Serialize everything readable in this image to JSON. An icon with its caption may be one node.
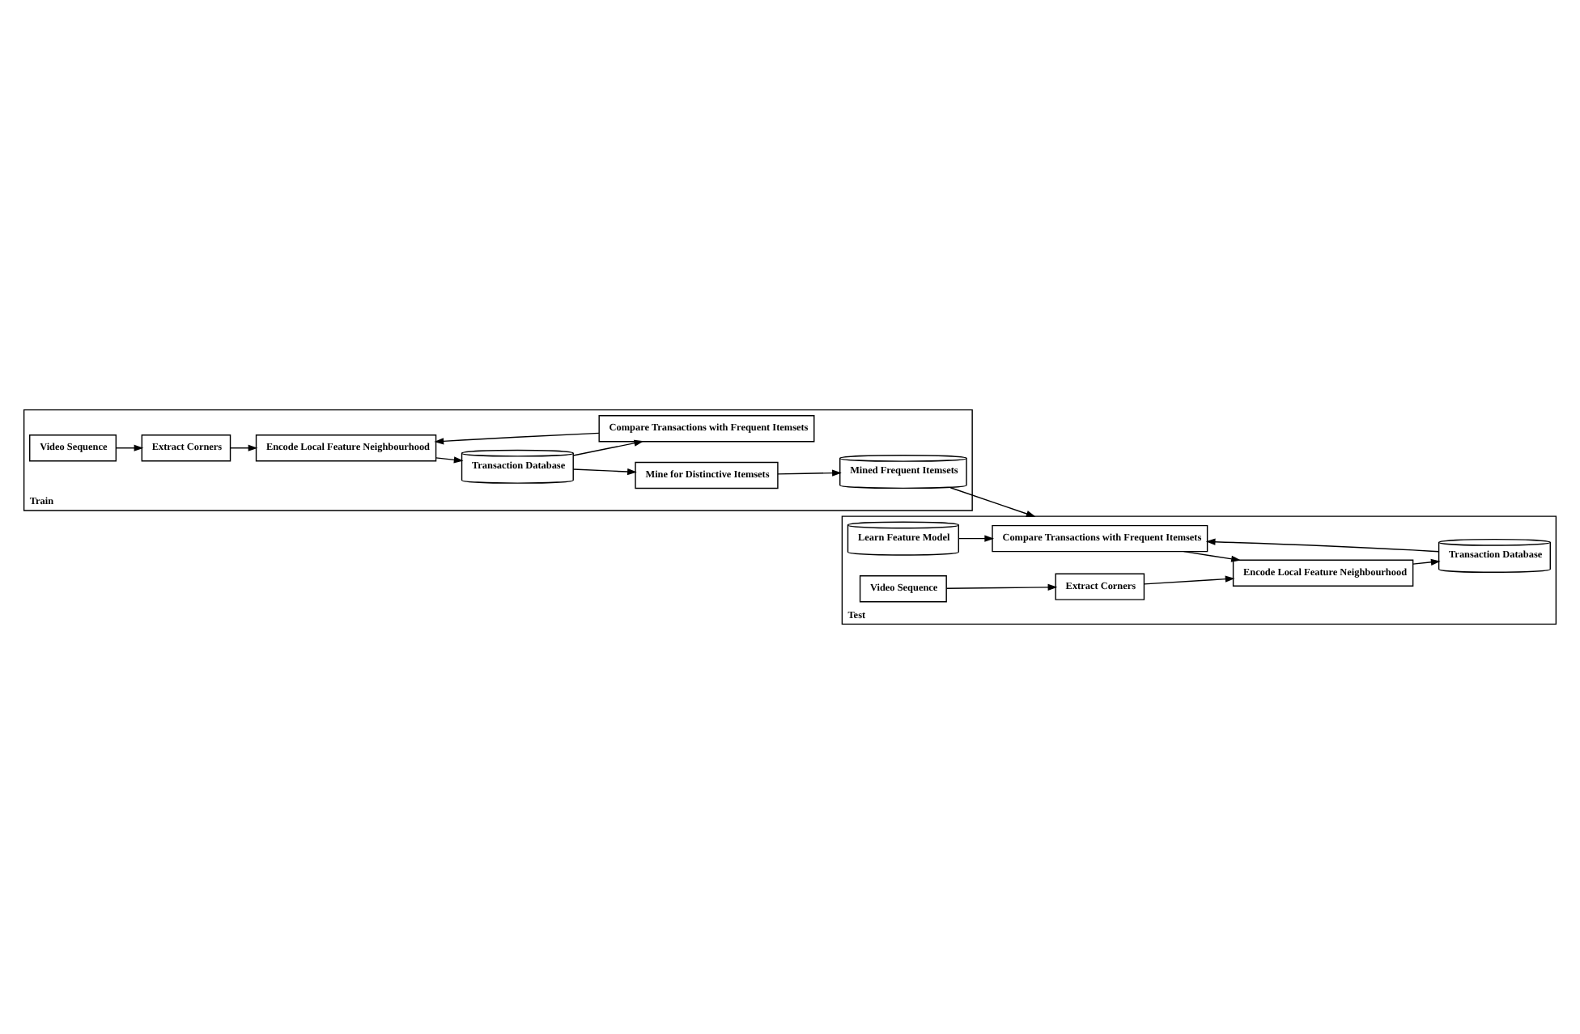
{
  "diagram": {
    "nodes": [
      {
        "text": [
          "Train"
        ]
      },
      {
        "text": [
          "Video Sequence"
        ],
        "in": 0
      },
      {
        "text": [
          "Extract Corners"
        ],
        "in": 0
      },
      {
        "text": [
          "Encode Local Feature Neighbourhood"
        ],
        "in": 0
      },
      {
        "text": [
          "Transaction Database"
        ],
        "in": 0
      },
      {
        "text": [
          "Mine for Distinctive Itemsets"
        ],
        "in": 0
      },
      {
        "text": [
          "Compare Transactions with Frequent Itemsets"
        ],
        "in": 0
      },
      {
        "text": [
          "Mined Frequent Itemsets"
        ],
        "in": 0
      },
      {
        "text": [
          "Test"
        ]
      },
      {
        "text": [
          "Compare Transactions with Frequent Itemsets"
        ],
        "in": 8
      },
      {
        "text": [
          "Learn Feature Model"
        ],
        "in": 8
      },
      {
        "text": [
          "Video Sequence"
        ],
        "in": 8
      },
      {
        "text": [
          "Extract Corners"
        ],
        "in": 8
      },
      {
        "text": [
          "Encode Local Feature Neighbourhood"
        ],
        "in": 8
      },
      {
        "text": [
          "Transaction Database"
        ],
        "in": 8
      }
    ],
    "edges": [
      {
        "from": 1,
        "to": 2,
        "arrow": "to"
      },
      {
        "from": 2,
        "to": 3,
        "arrow": "to"
      },
      {
        "from": 3,
        "to": 4,
        "arrow": "to"
      },
      {
        "from": 4,
        "to": 5,
        "arrow": "to"
      },
      {
        "from": 4,
        "to": 6,
        "arrow": "to"
      },
      {
        "from": 6,
        "to": 3,
        "arrow": "to"
      },
      {
        "from": 5,
        "to": 7,
        "arrow": "to"
      },
      {
        "from": 7,
        "to": 8,
        "arrow": "to"
      },
      {
        "from": 10,
        "to": 9,
        "arrow": "to"
      },
      {
        "from": 9,
        "to": 13,
        "arrow": "to"
      },
      {
        "from": 11,
        "to": 12,
        "arrow": "to"
      },
      {
        "from": 12,
        "to": 13,
        "arrow": "to"
      },
      {
        "from": 13,
        "to": 14,
        "arrow": "to"
      },
      {
        "from": 14,
        "to": 9,
        "arrow": "to"
      }
    ]
  }
}
